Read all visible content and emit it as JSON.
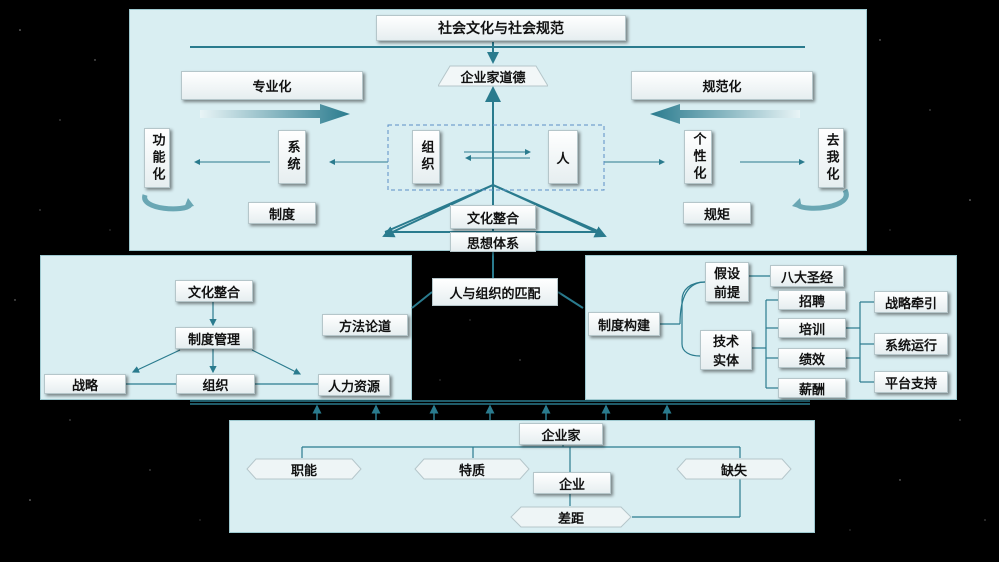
{
  "top": {
    "title": "社会文化与社会规范",
    "ent_moral": "企业家道德",
    "specialization": "专业化",
    "standardization": "规范化",
    "func_v": "功能化",
    "system_v": "系统",
    "org_v": "组织",
    "person": "人",
    "individual_v": "个性化",
    "deself_v": "去我化",
    "system_rules": "制度",
    "rules": "规矩",
    "culture_integration": "文化整合",
    "thought_system": "思想体系"
  },
  "middle": {
    "match": "人与组织的匹配",
    "left": {
      "culture_integration": "文化整合",
      "system_management": "制度管理",
      "strategy": "战略",
      "organization": "组织",
      "hr": "人力资源",
      "methodology": "方法论道"
    },
    "right": {
      "system_build": "制度构建",
      "assumption": "假设前提",
      "eight_scriptures": "八大圣经",
      "tech_entity": "技术实体",
      "hiring": "招聘",
      "training": "培训",
      "performance": "绩效",
      "salary": "薪酬",
      "strategy_lead": "战略牵引",
      "system_run": "系统运行",
      "platform_support": "平台支持"
    }
  },
  "bottom": {
    "entrepreneur": "企业家",
    "competence": "职能",
    "traits": "特质",
    "enterprise": "企业",
    "deficiency": "缺失",
    "gap": "差距"
  }
}
